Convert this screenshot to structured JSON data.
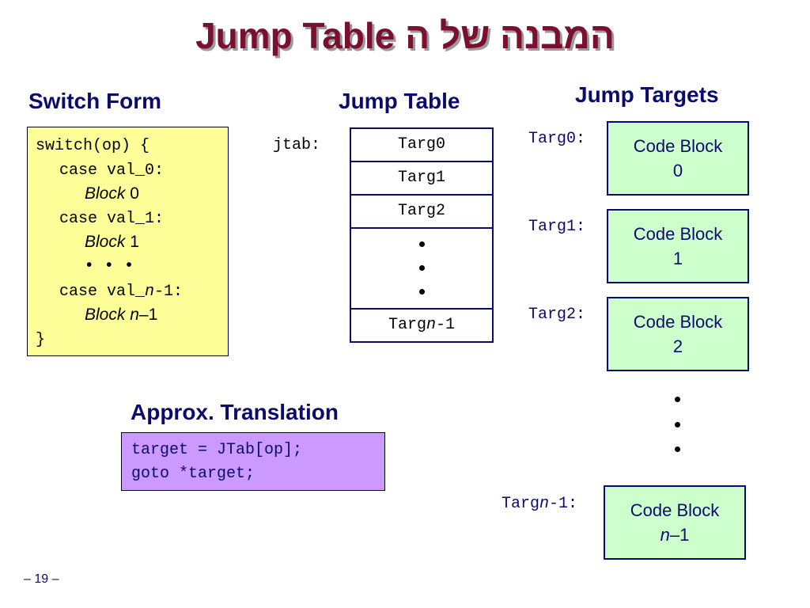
{
  "slide": {
    "title_en": "Jump Table",
    "title_he": "המבנה של ה",
    "page_number": "– 19 –"
  },
  "switch_form": {
    "heading": "Switch Form",
    "code": {
      "line1": "switch(op) {",
      "line2": "case val_0:",
      "block0_word": "Block",
      "block0_num": "0",
      "line4": "case val_1:",
      "block1_word": "Block",
      "block1_num": "1",
      "ellipsis": "• • •",
      "line7_a": "case val_",
      "line7_n": "n",
      "line7_b": "-1:",
      "blockn_word": "Block",
      "blockn_n": "n",
      "blockn_rest": "–1",
      "line9": "}"
    }
  },
  "jump_table": {
    "heading": "Jump Table",
    "label": "jtab:",
    "cells": [
      "Targ0",
      "Targ1",
      "Targ2"
    ],
    "last_cell_a": "Targ",
    "last_cell_n": "n",
    "last_cell_b": "-1"
  },
  "jump_targets": {
    "heading": "Jump Targets",
    "targets": [
      {
        "label": "Targ0:",
        "block_line1": "Code Block",
        "block_line2": "0"
      },
      {
        "label": "Targ1:",
        "block_line1": "Code Block",
        "block_line2": "1"
      },
      {
        "label": "Targ2:",
        "block_line1": "Code Block",
        "block_line2": "2"
      }
    ],
    "last": {
      "label_a": "Targ",
      "label_n": "n",
      "label_b": "-1:",
      "block_line1": "Code Block",
      "block_n": "n",
      "block_rest": "–1"
    }
  },
  "translation": {
    "heading": "Approx. Translation",
    "line1": "target = JTab[op];",
    "line2": "goto *target;"
  },
  "colors": {
    "title": "#7a0f2e",
    "heading": "#0b0b6e",
    "switch_box": "#ffff99",
    "code_block": "#ccffcc",
    "translation_box": "#cc99ff"
  }
}
